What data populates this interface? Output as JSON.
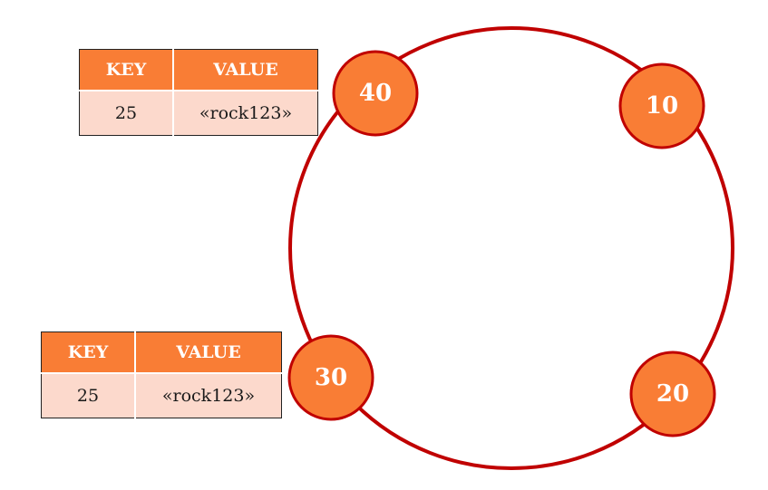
{
  "colors": {
    "ring": "#c00000",
    "node_fill": "#f97d35",
    "node_stroke": "#c00000",
    "table_header": "#f97d35",
    "table_cell": "#fcd9cc"
  },
  "ring": {
    "nodes": [
      {
        "id": "node-40",
        "label": "40"
      },
      {
        "id": "node-10",
        "label": "10"
      },
      {
        "id": "node-30",
        "label": "30"
      },
      {
        "id": "node-20",
        "label": "20"
      }
    ]
  },
  "tables": {
    "top": {
      "headers": {
        "key": "KEY",
        "value": "VALUE"
      },
      "row": {
        "key": "25",
        "value": "«rock123»"
      }
    },
    "bottom": {
      "headers": {
        "key": "KEY",
        "value": "VALUE"
      },
      "row": {
        "key": "25",
        "value": "«rock123»"
      }
    }
  }
}
